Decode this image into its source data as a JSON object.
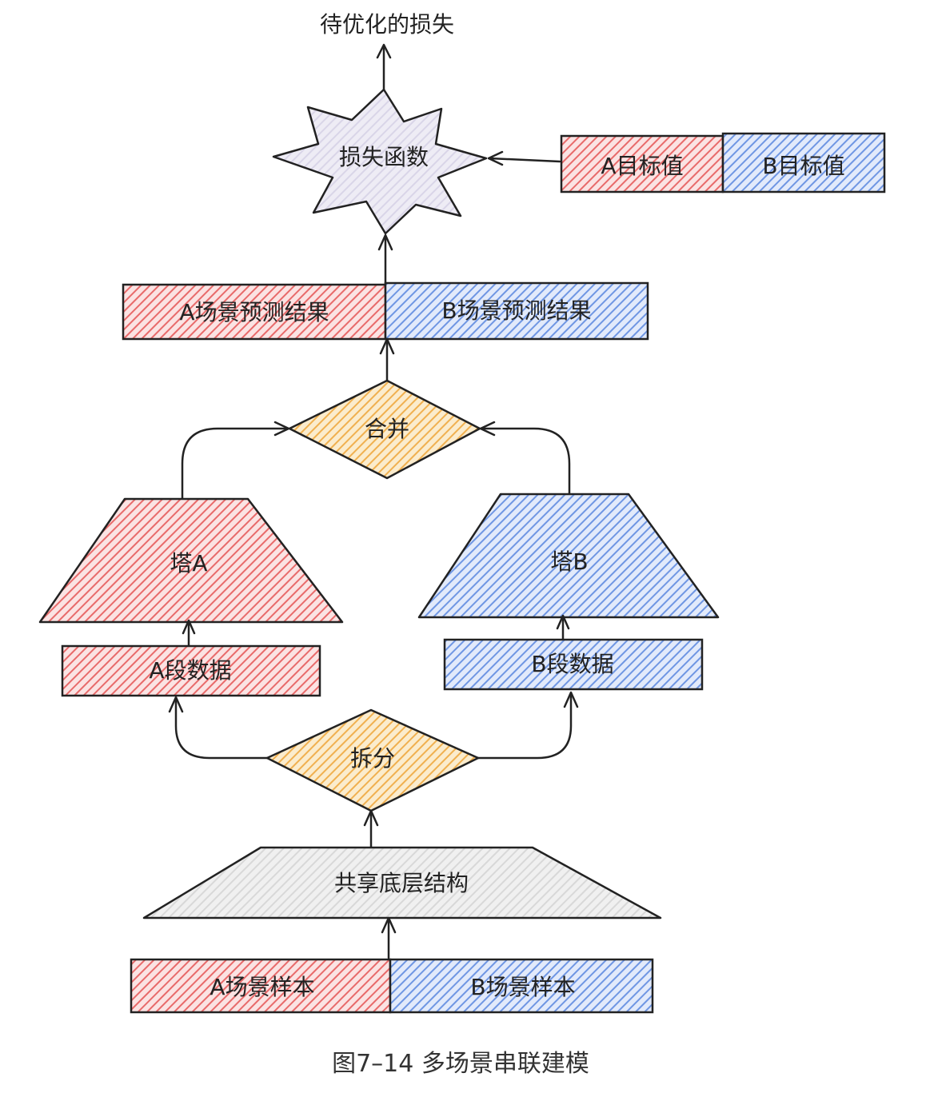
{
  "title": "待优化的损失",
  "loss_function": "损失函数",
  "targets": {
    "a": "A目标值",
    "b": "B目标值"
  },
  "predictions": {
    "a": "A场景预测结果",
    "b": "B场景预测结果"
  },
  "merge": "合并",
  "towers": {
    "a": "塔A",
    "b": "塔B"
  },
  "segments": {
    "a": "A段数据",
    "b": "B段数据"
  },
  "split": "拆分",
  "shared_bottom": "共享底层结构",
  "samples": {
    "a": "A场景样本",
    "b": "B场景样本"
  },
  "caption": "图7–14 多场景串联建模",
  "colors": {
    "red_fill": "#f08c8c",
    "blue_fill": "#8fb0ea",
    "yellow_fill": "#f5c77a",
    "gray_fill": "#e6e6e6",
    "star_fill": "#e6e3f0",
    "ink": "#222222"
  }
}
